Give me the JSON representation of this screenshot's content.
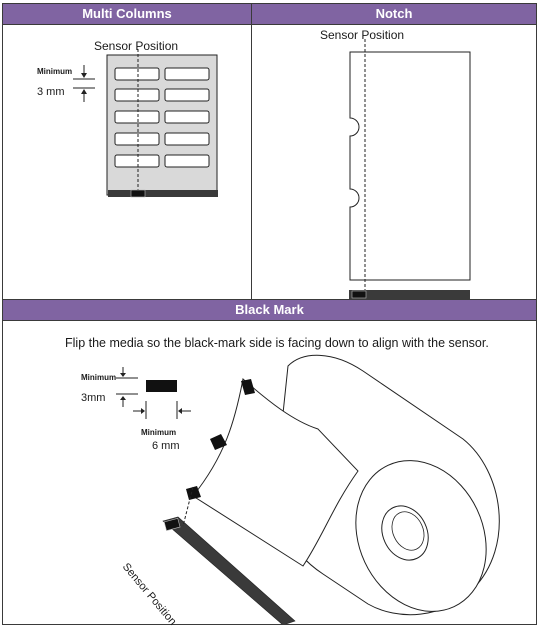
{
  "sections": {
    "multi_columns": {
      "title": "Multi Columns",
      "sensor_label": "Sensor Position",
      "minimum_label": "Minimum",
      "gap_value": "3 mm"
    },
    "notch": {
      "title": "Notch",
      "sensor_label": "Sensor Position"
    },
    "black_mark": {
      "title": "Black Mark",
      "instruction": "Flip the media so the black-mark side is facing down to align with the sensor.",
      "minimum_label_1": "Minimum",
      "gap_value_1": "3mm",
      "minimum_label_2": "Minimum",
      "width_value": "6 mm",
      "sensor_label": "Sensor Position"
    }
  },
  "colors": {
    "header_bg": "#8064a2",
    "header_text": "#ffffff",
    "label_sheet": "#d9d9d9"
  }
}
